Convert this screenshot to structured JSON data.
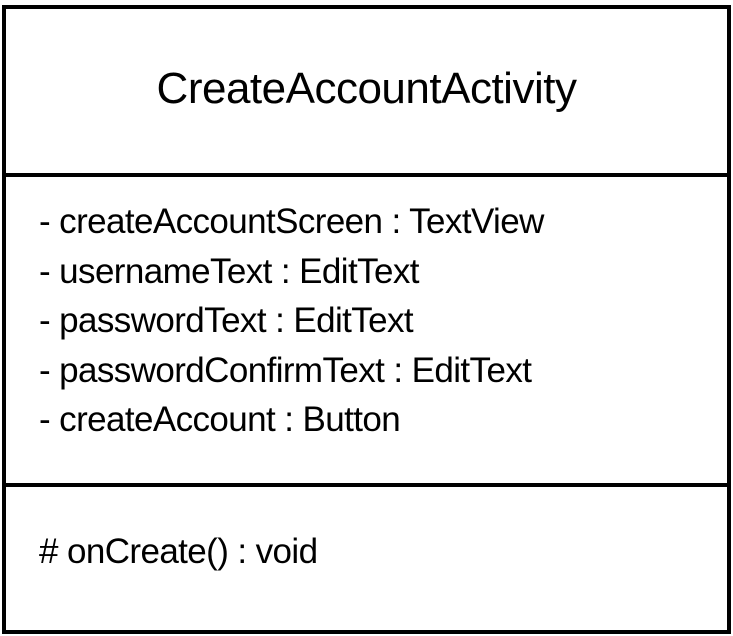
{
  "class": {
    "name": "CreateAccountActivity",
    "attributes": [
      "- createAccountScreen : TextView",
      "- usernameText : EditText",
      "- passwordText : EditText",
      "- passwordConfirmText : EditText",
      "- createAccount : Button"
    ],
    "operations": [
      "# onCreate() : void"
    ]
  }
}
